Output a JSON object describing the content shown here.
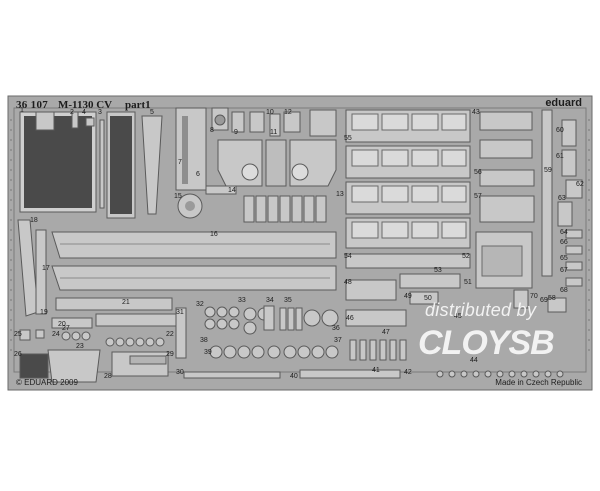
{
  "fret": {
    "code": "36 107",
    "model": "M-1130 CV",
    "part": "part1",
    "brand": "eduard",
    "copyright": "© EDUARD 2009",
    "origin": "Made in Czech Republic"
  },
  "watermark": {
    "line1": "distributed by",
    "line2": "CLOYSB"
  },
  "colors": {
    "fret": "#a9a9a9",
    "part": "#c8c8c8",
    "outline": "#5a5a5a",
    "dark_mesh": "#4a4a4a"
  },
  "part_numbers": [
    "1",
    "2",
    "3",
    "4",
    "5",
    "6",
    "7",
    "8",
    "9",
    "10",
    "11",
    "12",
    "13",
    "14",
    "15",
    "16",
    "17",
    "18",
    "19",
    "20",
    "21",
    "22",
    "23",
    "24",
    "25",
    "26",
    "27",
    "28",
    "29",
    "30",
    "31",
    "32",
    "33",
    "34",
    "35",
    "36",
    "37",
    "38",
    "39",
    "40",
    "41",
    "42",
    "43",
    "44",
    "45",
    "46",
    "47",
    "48",
    "49",
    "50",
    "51",
    "52",
    "53",
    "54",
    "55",
    "56",
    "57",
    "58",
    "59",
    "60",
    "61",
    "62",
    "63",
    "64",
    "65",
    "66",
    "67",
    "68",
    "69",
    "70"
  ]
}
